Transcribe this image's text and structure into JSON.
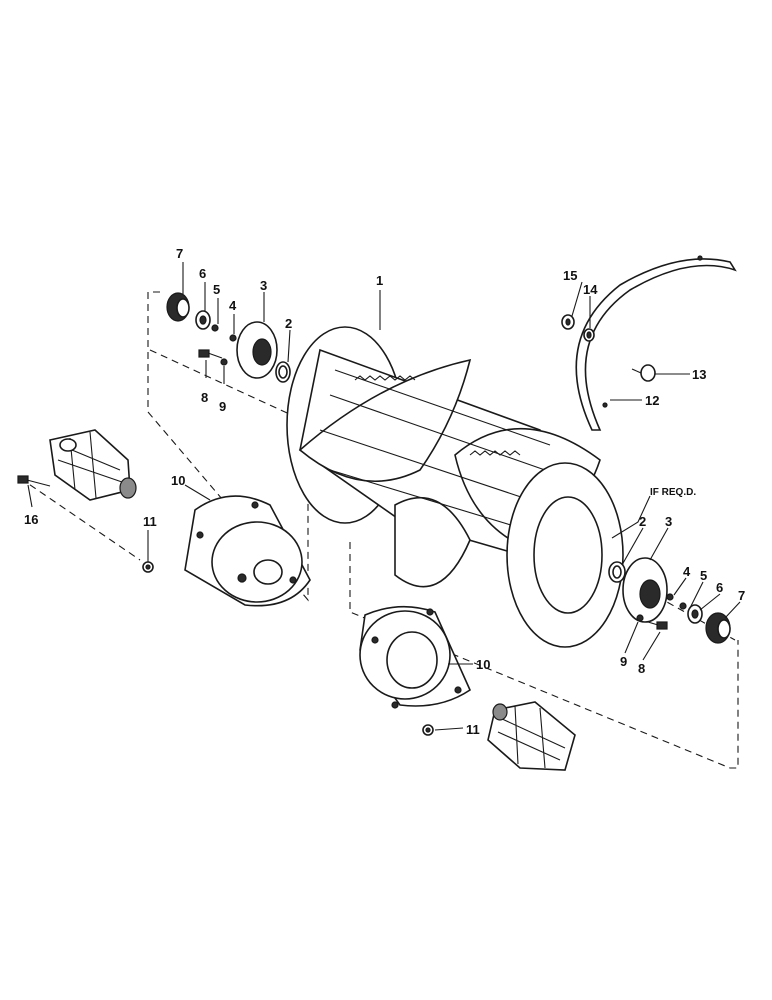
{
  "callouts": {
    "c1": "1",
    "c2_left": "2",
    "c3_left": "3",
    "c4_left": "4",
    "c5_left": "5",
    "c6_left": "6",
    "c7_left": "7",
    "c8_left": "8",
    "c9_left": "9",
    "c10_left": "10",
    "c11_left": "11",
    "c2_right": "2",
    "c3_right": "3",
    "c4_right": "4",
    "c5_right": "5",
    "c6_right": "6",
    "c7_right": "7",
    "c8_right": "8",
    "c9_right": "9",
    "c10_right": "10",
    "c11_right": "11",
    "c12": "12",
    "c13": "13",
    "c14": "14",
    "c15": "15",
    "c16": "16"
  },
  "notes": {
    "if_reqd": "IF REQ.D."
  }
}
